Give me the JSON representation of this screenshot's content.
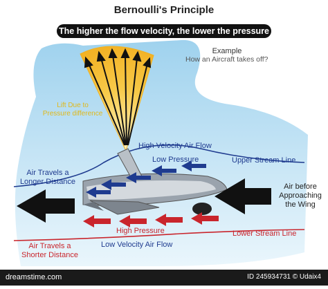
{
  "title": "Bernoulli's Principle",
  "banner": "The higher the flow velocity, the lower the pressure",
  "example": {
    "title": "Example",
    "subtitle": "How an Aircraft takes off?"
  },
  "lift": {
    "line1": "Lift Due to",
    "line2": "Pressure difference"
  },
  "labels": {
    "high_velocity": "High Velocity Air Flow",
    "low_pressure": "Low Pressure",
    "upper_stream": "Upper Stream Line",
    "air_longer_1": "Air Travels a",
    "air_longer_2": "Longer Distance",
    "air_before_1": "Air before",
    "air_before_2": "Approaching",
    "air_before_3": "the Wing",
    "high_pressure": "High Pressure",
    "lower_stream": "Lower Stream Line",
    "air_shorter_1": "Air Travels a",
    "air_shorter_2": "Shorter Distance",
    "low_velocity": "Low Velocity Air Flow"
  },
  "footer": {
    "site": "dreamstime.com",
    "id": "ID 245934731 © Udaix4"
  },
  "colors": {
    "sky": "#bfe3f5",
    "lift_fan": "#f7c948",
    "upper_arrow": "#1f3b8f",
    "lower_arrow": "#c9252c",
    "black_arrow": "#111111"
  }
}
